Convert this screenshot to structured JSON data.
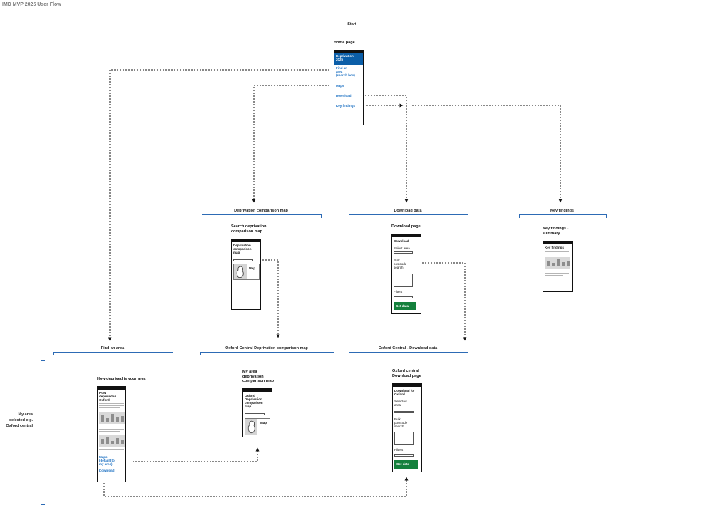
{
  "board": {
    "title": "IMD MVP 2025 User Flow"
  },
  "sections": {
    "start": "Start",
    "comparison_map": "Deprivation comparison map",
    "download_data": "Download data",
    "key_findings": "Key findings",
    "find_area": "Find an area",
    "oxford_comparison": "Oxford Central Deprivation comparison map",
    "oxford_download": "Oxford Central - Download data"
  },
  "side_label": [
    "My area",
    "selected e.g.",
    "Oxford central"
  ],
  "home": {
    "title": "Home page",
    "banner": [
      "Deprivation",
      "2025"
    ],
    "links": {
      "find_area": [
        "Find an",
        "area",
        "(search box)"
      ],
      "maps": "Maps",
      "download": "Download",
      "key_findings": "Key findings"
    }
  },
  "comparison_screen": {
    "title": [
      "Search deprivation",
      "comparison map"
    ],
    "heading": [
      "Deprivation",
      "comparison",
      "map"
    ],
    "map_label": "Map"
  },
  "download_screen": {
    "title": "Download page",
    "heading": "Download",
    "select_area": "Select area",
    "bulk": [
      "Bulk",
      "postcode",
      "search"
    ],
    "filters": "Filters",
    "button": "Get data"
  },
  "keyfindings_screen": {
    "title": [
      "Key findings -",
      "summary"
    ],
    "heading": "Key findings"
  },
  "area_screen": {
    "title": "How deprived is your area",
    "heading": [
      "How",
      "deprived is",
      "Oxford"
    ],
    "maps_link": [
      "Maps",
      "(default to",
      "my area)"
    ],
    "download_link": "Download"
  },
  "my_comparison_screen": {
    "title": [
      "My area",
      "deprivation",
      "comparison map"
    ],
    "heading": [
      "Oxford",
      "Deprivation",
      "comparison",
      "map"
    ],
    "map_label": "Map"
  },
  "oxford_download_screen": {
    "title": [
      "Oxford central",
      "Download page"
    ],
    "heading": [
      "Download for",
      "Oxford"
    ],
    "selected_area": [
      "Selected",
      "area"
    ],
    "bulk": [
      "Bulk",
      "postcode",
      "search"
    ],
    "filters": "Filters",
    "button": "Get data"
  }
}
